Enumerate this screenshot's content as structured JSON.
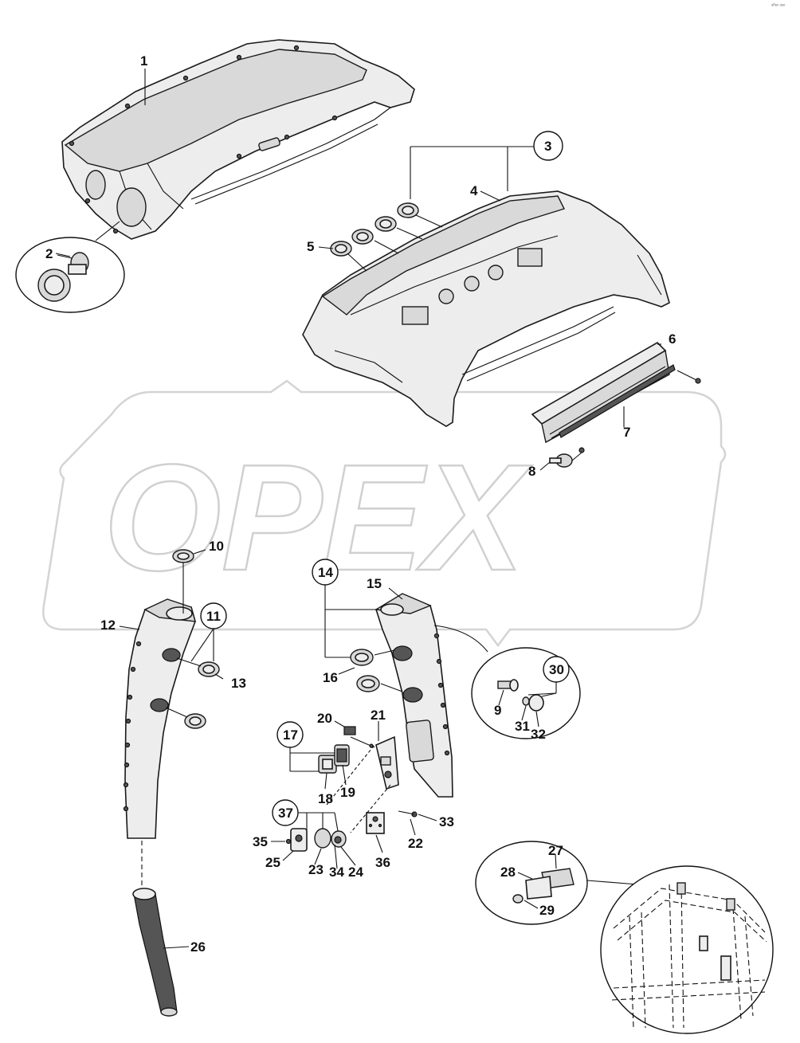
{
  "watermark": "OPEX",
  "corner_mark": "ᵒᴾᵉˣ ᵒᵒᵒ",
  "callouts": {
    "c1": "1",
    "c2": "2",
    "c3": "3",
    "c4": "4",
    "c5": "5",
    "c6": "6",
    "c7": "7",
    "c8": "8",
    "c9": "9",
    "c10": "10",
    "c11": "11",
    "c12": "12",
    "c13": "13",
    "c14": "14",
    "c15": "15",
    "c16": "16",
    "c17": "17",
    "c18": "18",
    "c19": "19",
    "c20": "20",
    "c21": "21",
    "c22": "22",
    "c23": "23",
    "c24": "24",
    "c25": "25",
    "c26": "26",
    "c27": "27",
    "c28": "28",
    "c29": "29",
    "c30": "30",
    "c31": "31",
    "c32": "32",
    "c33": "33",
    "c34": "34",
    "c35": "35",
    "c36": "36",
    "c37": "37"
  }
}
